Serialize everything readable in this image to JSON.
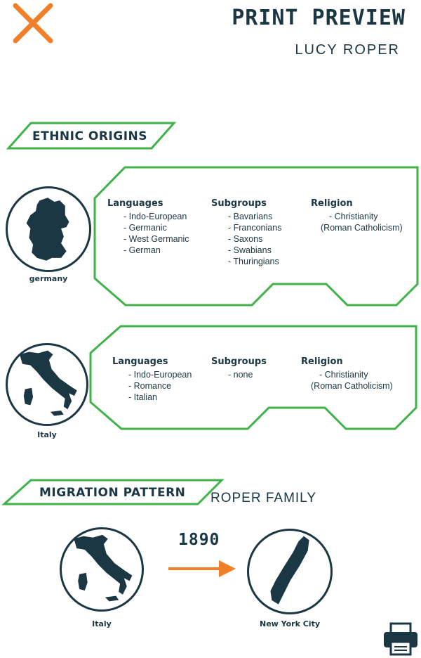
{
  "header": {
    "title": "PRINT PREVIEW",
    "name": "LUCY ROPER"
  },
  "icons": {
    "close": "close-icon",
    "print": "printer-icon"
  },
  "colors": {
    "accent_green": "#3fb24a",
    "accent_orange": "#f07f2a",
    "dark": "#1b3744"
  },
  "ethnic": {
    "section_label": "ETHNIC ORIGINS",
    "countries": [
      {
        "name": "germany",
        "languages_head": "Languages",
        "languages": [
          "- Indo-European",
          "- Germanic",
          "- West Germanic",
          "- German"
        ],
        "subgroups_head": "Subgroups",
        "subgroups": [
          "- Bavarians",
          "- Franconians",
          "- Saxons",
          "- Swabians",
          "- Thuringians"
        ],
        "religion_head": "Religion",
        "religion": [
          "- Christianity",
          "(Roman Catholicism)"
        ]
      },
      {
        "name": "Italy",
        "languages_head": "Languages",
        "languages": [
          "- Indo-European",
          "- Romance",
          "- Italian"
        ],
        "subgroups_head": "Subgroups",
        "subgroups": [
          "- none"
        ],
        "religion_head": "Religion",
        "religion": [
          "- Christianity",
          "(Roman Catholicism)"
        ]
      }
    ]
  },
  "migration": {
    "section_label": "MIGRATION PATTERN",
    "family": "ROPER FAMILY",
    "year": "1890",
    "from": "Italy",
    "to": "New York City"
  }
}
